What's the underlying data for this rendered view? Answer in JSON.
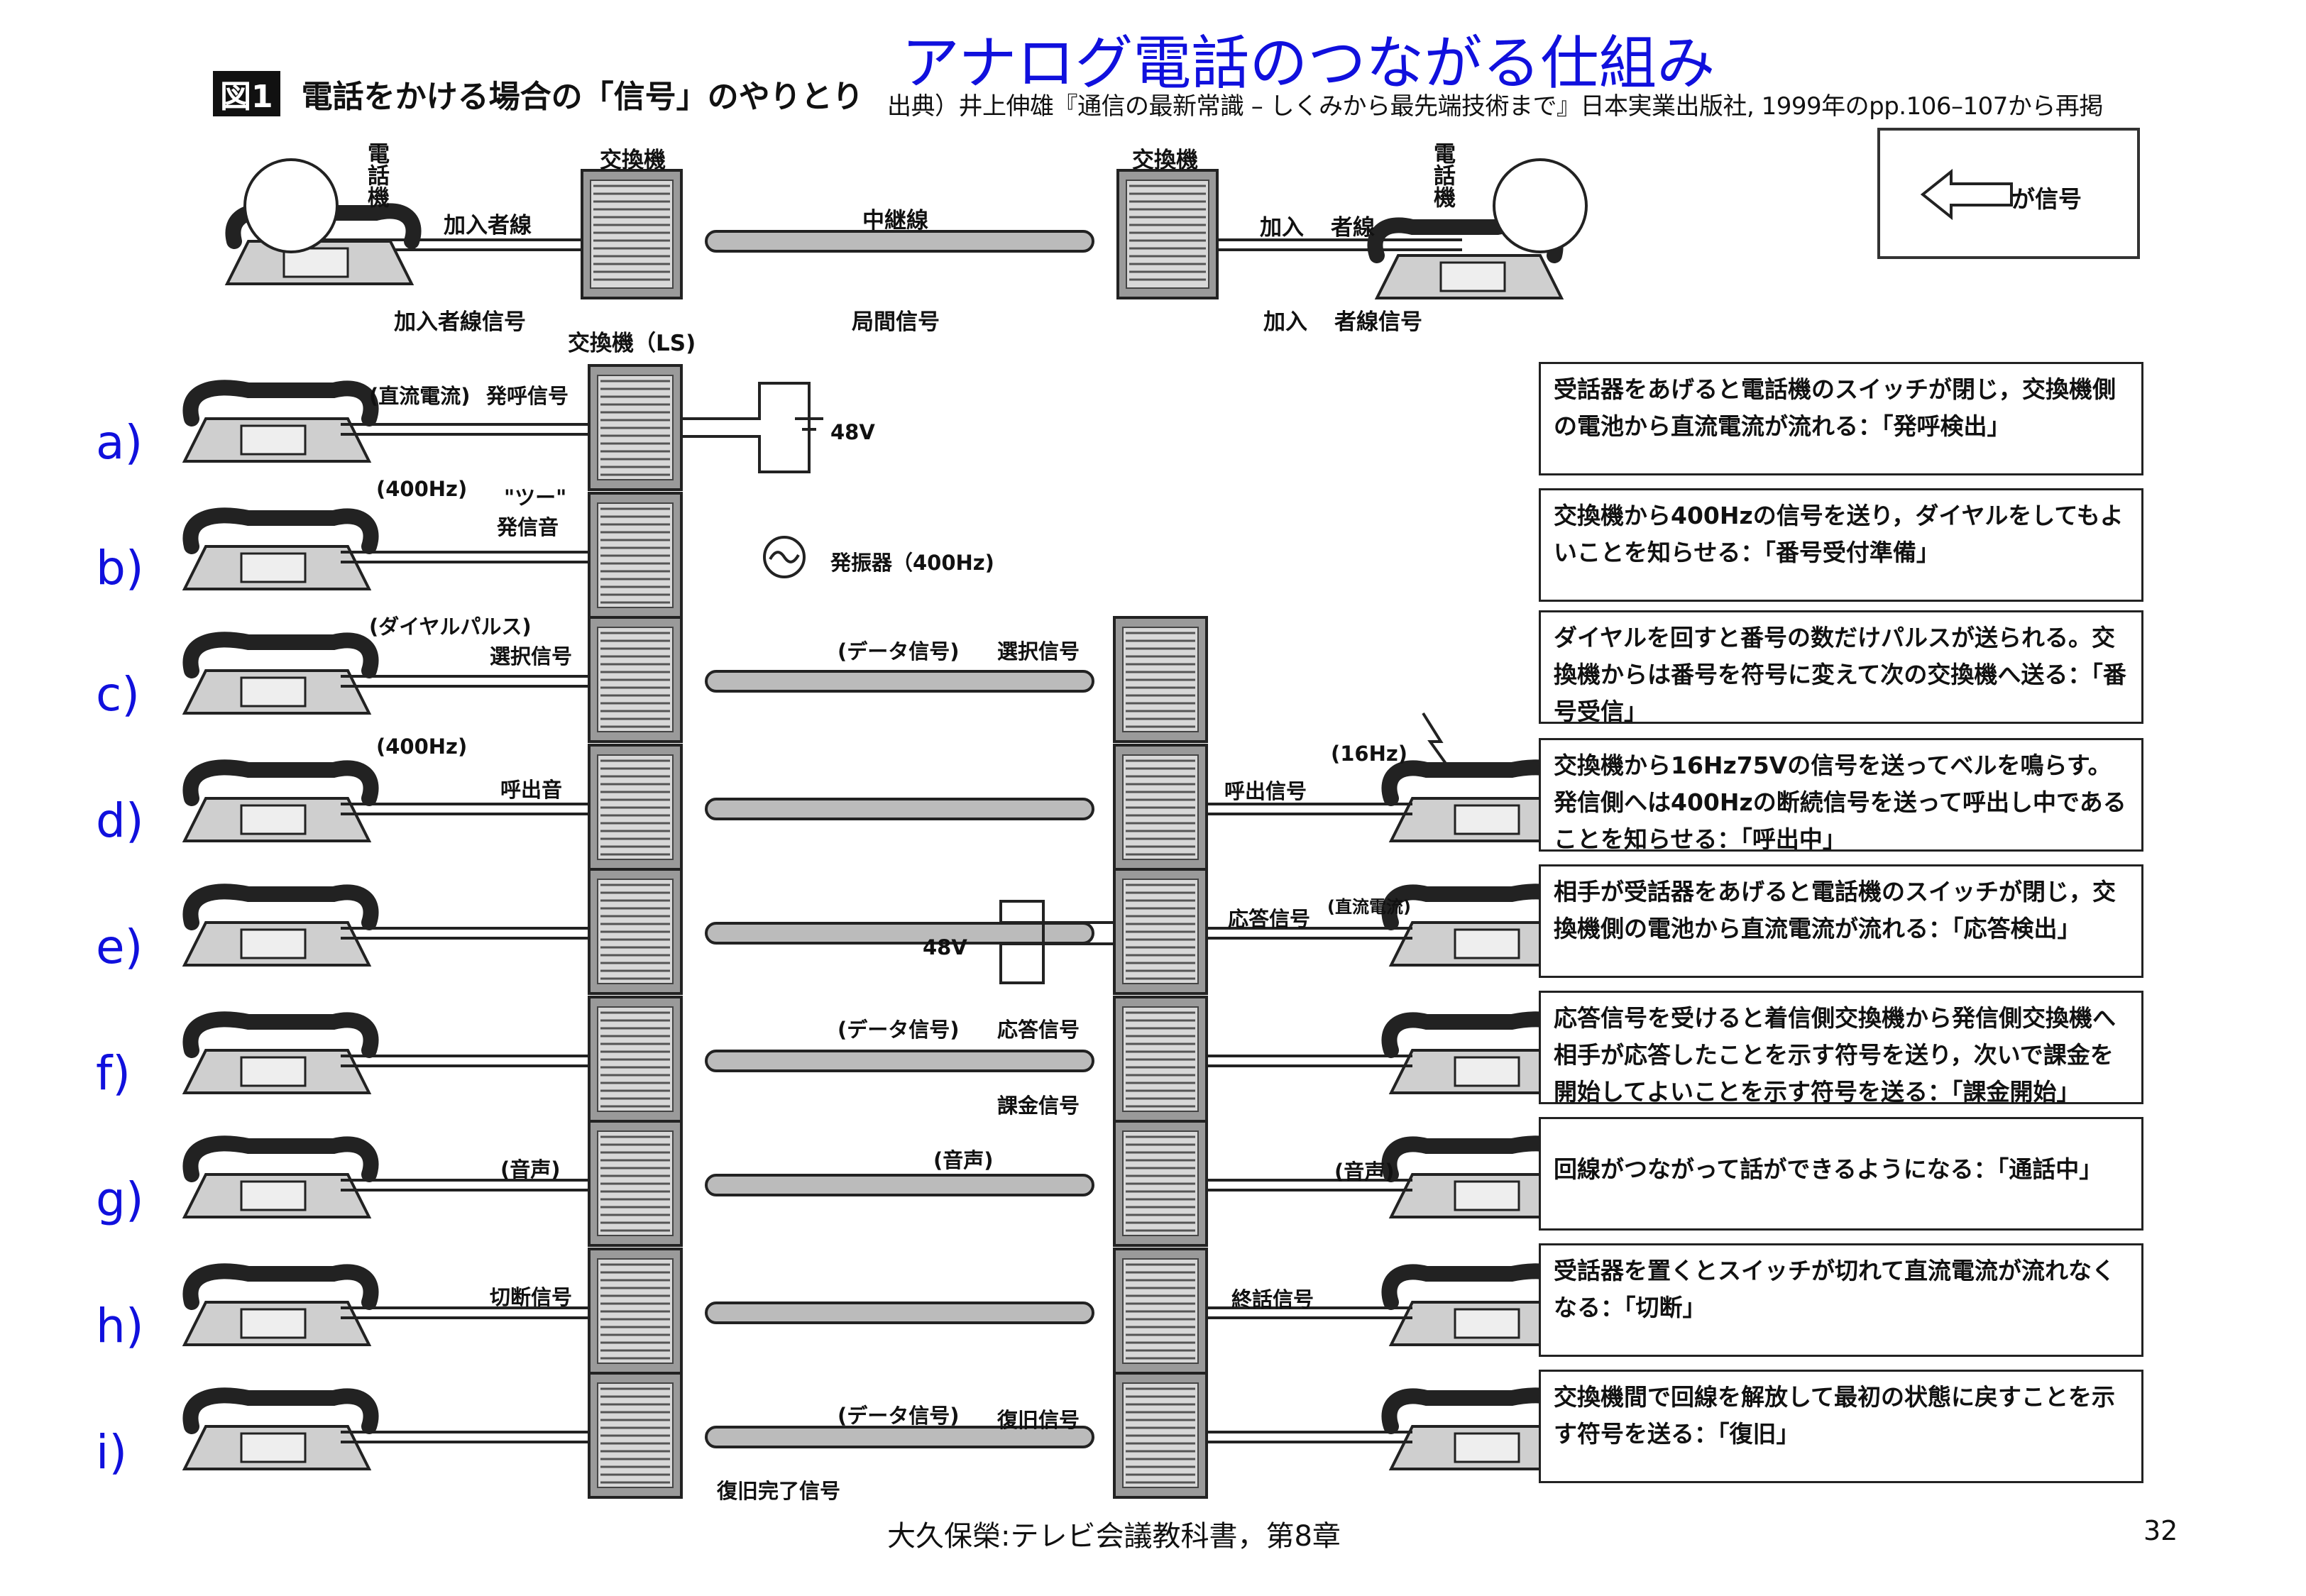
{
  "title": "アナログ電話のつながる仕組み",
  "citation": "出典）井上伸雄『通信の最新常識 – しくみから最先端技術まで』日本実業出版社, 1999年のpp.106–107から再掲",
  "figure": {
    "number": "図1",
    "caption": "電話をかける場合の「信号」のやりとり"
  },
  "legend": {
    "text": "が信号"
  },
  "overview": {
    "phone_left": "電話機",
    "phone_right": "電話機",
    "exchange_left": "交換機",
    "exchange_right": "交換機",
    "line_left": "加入者線",
    "trunk": "中継線",
    "line_right_a": "加入",
    "line_right_b": "者線",
    "signal_left": "加入者線信号",
    "signal_mid": "局間信号",
    "signal_right_a": "加入",
    "signal_right_b": "者線信号",
    "exchange_ls": "交換機（LS)"
  },
  "rows": [
    {
      "letter": "a)",
      "desc": "受話器をあげると電話機のスイッチが閉じ，交換機側の電池から直流電流が流れる：「発呼検出」",
      "left_note": "(直流電流)",
      "left_signal": "発呼信号",
      "battery": "48V"
    },
    {
      "letter": "b)",
      "desc": "交換機から400Hzの信号を送り，ダイヤルをしてもよいことを知らせる：「番号受付準備」",
      "left_note": "(400Hz)",
      "quote": "\"ツー\"",
      "left_signal": "発信音",
      "oscillator": "発振器（400Hz)"
    },
    {
      "letter": "c)",
      "desc": "ダイヤルを回すと番号の数だけパルスが送られる。交換機からは番号を符号に変えて次の交換機へ送る：「番号受信」",
      "left_note": "(ダイヤルパルス)",
      "left_signal": "選択信号",
      "data_note": "(データ信号)",
      "trunk_signal": "選択信号"
    },
    {
      "letter": "d)",
      "desc": "交換機から16Hz75Vの信号を送ってベルを鳴らす。発信側へは400Hzの断続信号を送って呼出し中であることを知らせる：「呼出中」",
      "left_note": "(400Hz)",
      "left_signal": "呼出音",
      "right_signal": "呼出信号",
      "right_note": "(16Hz)"
    },
    {
      "letter": "e)",
      "desc": "相手が受話器をあげると電話機のスイッチが閉じ，交換機側の電池から直流電流が流れる：「応答検出」",
      "battery": "48V",
      "right_signal": "応答信号",
      "right_note": "(直流電流)"
    },
    {
      "letter": "f)",
      "desc": "応答信号を受けると着信側交換機から発信側交換機へ相手が応答したことを示す符号を送り，次いで課金を開始してよいことを示す符号を送る：「課金開始」",
      "data_note": "(データ信号)",
      "trunk_signal": "応答信号",
      "trunk_signal2": "課金信号"
    },
    {
      "letter": "g)",
      "desc": "回線がつながって話ができるようになる：「通話中」",
      "voice": "(音声)"
    },
    {
      "letter": "h)",
      "desc": "受話器を置くとスイッチが切れて直流電流が流れなくなる：「切断」",
      "left_signal": "切断信号",
      "right_signal": "終話信号"
    },
    {
      "letter": "i)",
      "desc": "交換機間で回線を解放して最初の状態に戻すことを示す符号を送る：「復旧」",
      "data_note": "(データ信号)",
      "trunk_signal": "復旧信号",
      "trunk_signal2": "復旧完了信号"
    }
  ],
  "footer": "大久保榮:テレビ会議教科書，第8章",
  "page_number": "32",
  "colors": {
    "title": "#1010dd",
    "letters": "#1010dd"
  }
}
